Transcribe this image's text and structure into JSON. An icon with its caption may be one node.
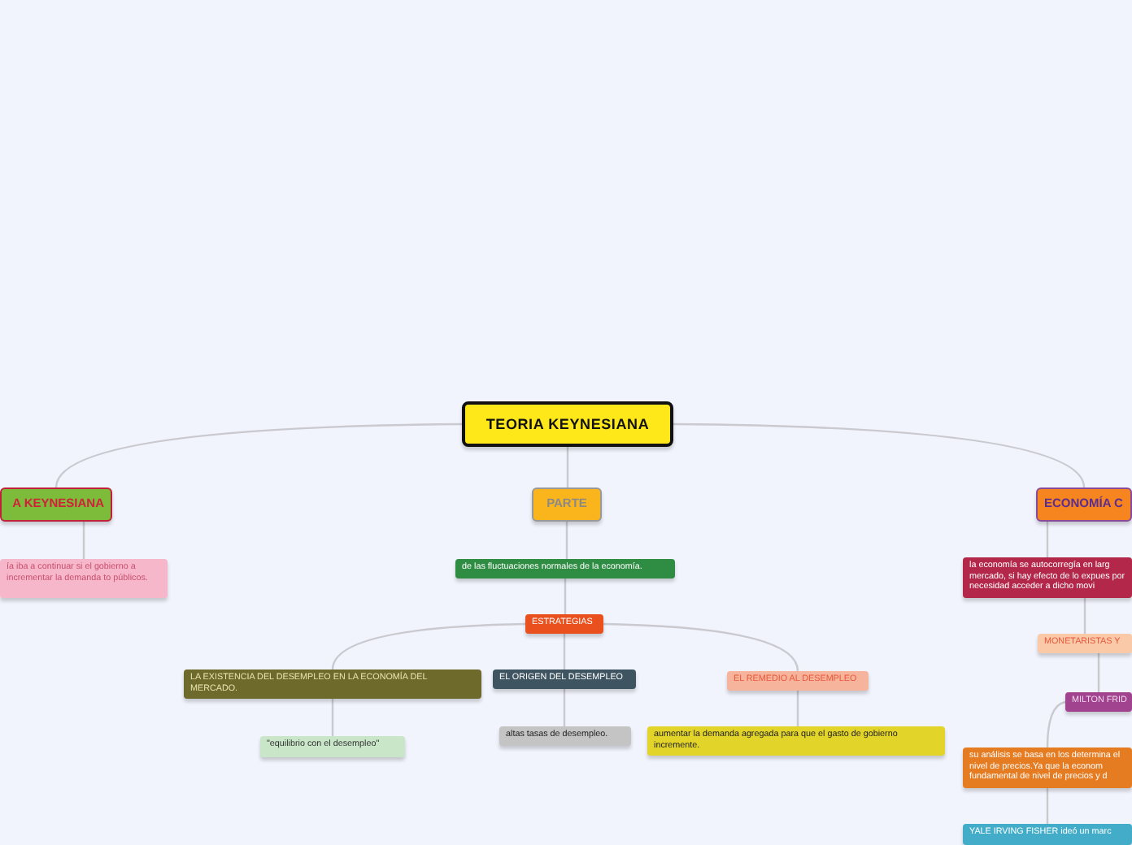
{
  "diagram": {
    "nodes": [
      {
        "text": [
          "TEORIA KEYNESIANA"
        ]
      },
      {
        "text": [
          "A KEYNESIANA"
        ]
      },
      {
        "text": [
          "ía iba a continuar si el gobierno a incrementar la demanda to públicos."
        ]
      },
      {
        "text": [
          "PARTE"
        ]
      },
      {
        "text": [
          "de las fluctuaciones normales de la economía."
        ]
      },
      {
        "text": [
          "ESTRATEGIAS"
        ]
      },
      {
        "text": [
          "LA EXISTENCIA DEL DESEMPLEO EN LA ECONOMÍA DEL MERCADO."
        ]
      },
      {
        "text": [
          "EL ORIGEN DEL DESEMPLEO"
        ]
      },
      {
        "text": [
          "EL REMEDIO AL DESEMPLEO"
        ]
      },
      {
        "text": [
          "\"equilibrio con el desempleo\""
        ]
      },
      {
        "text": [
          "altas tasas de desempleo."
        ]
      },
      {
        "text": [
          "aumentar la demanda agregada para que el gasto de gobierno incremente."
        ]
      },
      {
        "text": [
          "ECONOMÍA C"
        ]
      },
      {
        "text": [
          "la economía se autocorregía en larg mercado, si hay efecto de lo expues por necesidad acceder a dicho movi"
        ]
      },
      {
        "text": [
          "MONETARISTAS Y"
        ]
      },
      {
        "text": [
          "MILTON FRID"
        ]
      },
      {
        "text": [
          "su análisis se basa en los determina el nivel de precios.Ya que la econom fundamental de nivel de precios y d"
        ]
      },
      {
        "text": [
          "YALE IRVING FISHER  ideó un marc"
        ]
      }
    ],
    "edges": [
      {
        "from": 0,
        "to": 1,
        "arrow": "none"
      },
      {
        "from": 0,
        "to": 3,
        "arrow": "none"
      },
      {
        "from": 0,
        "to": 12,
        "arrow": "none"
      },
      {
        "from": 1,
        "to": 2,
        "arrow": "none"
      },
      {
        "from": 3,
        "to": 4,
        "arrow": "none"
      },
      {
        "from": 4,
        "to": 5,
        "arrow": "none"
      },
      {
        "from": 5,
        "to": 6,
        "arrow": "none"
      },
      {
        "from": 5,
        "to": 7,
        "arrow": "none"
      },
      {
        "from": 5,
        "to": 8,
        "arrow": "none"
      },
      {
        "from": 6,
        "to": 9,
        "arrow": "none"
      },
      {
        "from": 7,
        "to": 10,
        "arrow": "none"
      },
      {
        "from": 8,
        "to": 11,
        "arrow": "none"
      },
      {
        "from": 12,
        "to": 13,
        "arrow": "none"
      },
      {
        "from": 13,
        "to": 14,
        "arrow": "none"
      },
      {
        "from": 14,
        "to": 15,
        "arrow": "none"
      },
      {
        "from": 15,
        "to": 16,
        "arrow": "none"
      },
      {
        "from": 16,
        "to": 17,
        "arrow": "none"
      }
    ]
  }
}
